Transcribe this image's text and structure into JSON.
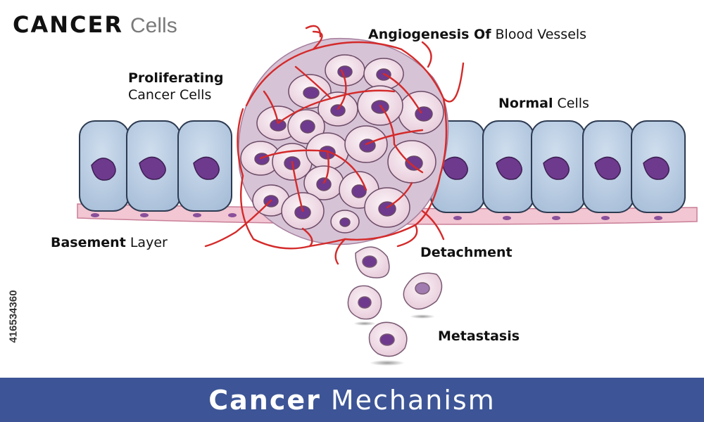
{
  "title": {
    "bold": "CANCER",
    "light": "Cells"
  },
  "labels": {
    "angiogenesis": {
      "bold": "Angiogenesis Of",
      "light": "Blood Vessels"
    },
    "proliferating": {
      "bold": "Proliferating",
      "light": "Cancer Cells"
    },
    "normal": {
      "bold": "Normal",
      "light": "Cells"
    },
    "basement": {
      "bold": "Basement",
      "light": "Layer"
    },
    "detachment": {
      "bold": "Detachment"
    },
    "metastasis": {
      "bold": "Metastasis"
    }
  },
  "footer": {
    "bold": "Cancer",
    "light": "Mechanism"
  },
  "stock_id": "416534360",
  "colors": {
    "normal_cell": "#b9cde3",
    "nucleus": "#6e3a8e",
    "cancer_cell": "#f0e0ea",
    "vessel": "#d42a2a",
    "basement": "#f2c6d2",
    "footer": "#3d5596"
  }
}
